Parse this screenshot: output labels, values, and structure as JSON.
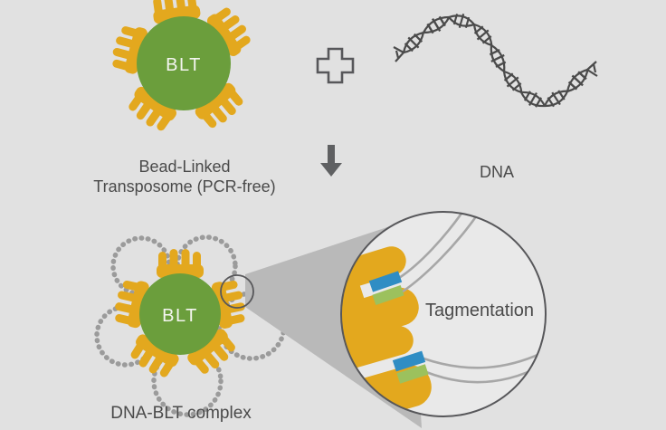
{
  "diagram": {
    "step1": {
      "bead_label": "BLT",
      "caption_line1": "Bead-Linked",
      "caption_line2": "Transposome (PCR-free)"
    },
    "step2": {
      "caption": "DNA"
    },
    "operators": {
      "plus_icon": "plus-icon",
      "arrow_icon": "arrow-down-icon"
    },
    "result": {
      "bead_label": "BLT",
      "caption": "DNA-BLT complex"
    },
    "zoom_view": {
      "caption": "Tagmentation"
    }
  },
  "colors": {
    "background": "#e1e1e1",
    "bead_green": "#6b9e3c",
    "bead_text": "#f4f5f0",
    "transposome_yellow": "#e3a81e",
    "adapter_blue": "#2f8dc4",
    "adapter_green": "#9cc15d",
    "dna_outline": "#4b4b4b",
    "strand_gray": "#a7a7a7",
    "loop_gray": "#9b9b9b",
    "text_gray": "#4a4a4a",
    "arrow_gray": "#5f6062",
    "wedge_gray": "#b9b9b9",
    "zoom_fill": "#e9e9e9",
    "outline_gray": "#57575a"
  }
}
